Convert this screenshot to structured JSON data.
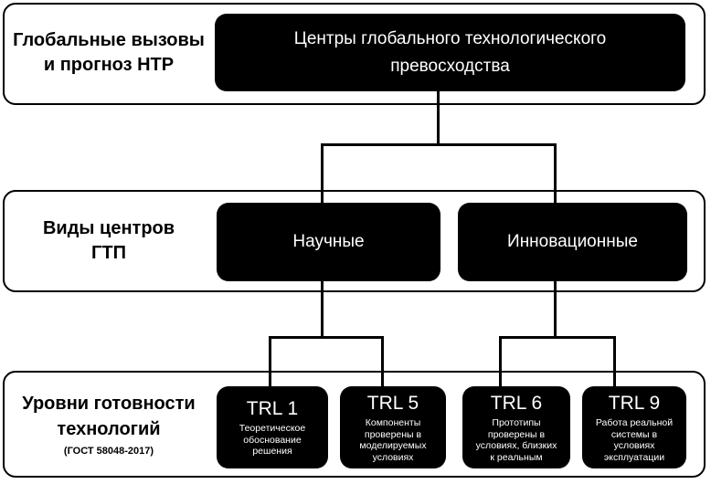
{
  "colors": {
    "background": "#ffffff",
    "container_border": "#000000",
    "node_fill": "#000000",
    "node_text": "#ffffff",
    "connector": "#000000"
  },
  "row1": {
    "label_lines": [
      "Глобальные вызовы",
      "и прогноз НТР"
    ],
    "node_lines": [
      "Центры глобального технологического",
      "превосходства"
    ]
  },
  "row2": {
    "label_lines": [
      "Виды центров",
      "ГТП"
    ],
    "nodes": [
      {
        "title": "Научные"
      },
      {
        "title": "Инновационные"
      }
    ]
  },
  "row3": {
    "label_lines": [
      "Уровни готовности",
      "технологий"
    ],
    "label_note": "(ГОСТ 58048-2017)",
    "nodes": [
      {
        "title": "TRL 1",
        "desc_lines": [
          "Теоретическое",
          "обоснование",
          "решения"
        ]
      },
      {
        "title": "TRL 5",
        "desc_lines": [
          "Компоненты",
          "проверены в",
          "моделируемых",
          "условиях"
        ]
      },
      {
        "title": "TRL 6",
        "desc_lines": [
          "Прототипы",
          "проверены в",
          "условиях, близких",
          "к реальным"
        ]
      },
      {
        "title": "TRL 9",
        "desc_lines": [
          "Работа реальной",
          "системы в",
          "условиях",
          "эксплуатации"
        ]
      }
    ]
  }
}
